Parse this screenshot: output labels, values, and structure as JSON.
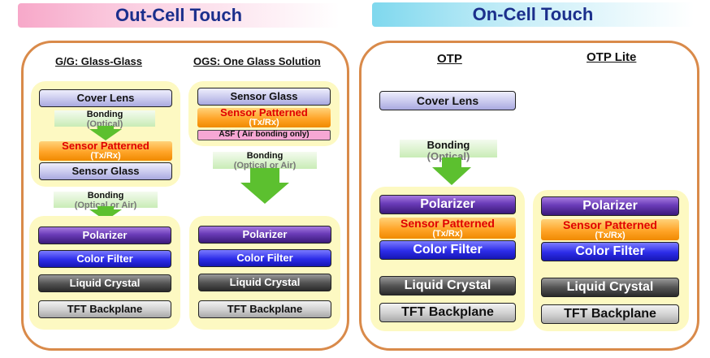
{
  "banners": {
    "out_cell": "Out-Cell Touch",
    "on_cell": "On-Cell Touch"
  },
  "out_cell": {
    "gg": {
      "title": "G/G: Glass-Glass",
      "cover_lens": "Cover Lens",
      "bonding_top": "Bonding",
      "bonding_top_sub": "(Optical)",
      "sensor_patterned": "Sensor Patterned",
      "sensor_patterned_sub": "(Tx/Rx)",
      "sensor_glass": "Sensor Glass",
      "bonding_bottom": "Bonding",
      "bonding_bottom_sub": "(Optical or Air)",
      "polarizer": "Polarizer",
      "color_filter": "Color Filter",
      "liquid_crystal": "Liquid Crystal",
      "tft_backplane": "TFT Backplane"
    },
    "ogs": {
      "title": "OGS: One Glass Solution",
      "sensor_glass": "Sensor Glass",
      "sensor_patterned": "Sensor Patterned",
      "sensor_patterned_sub": "(Tx/Rx)",
      "asf": "ASF ( Air bonding only)",
      "bonding": "Bonding",
      "bonding_sub": "(Optical or Air)",
      "polarizer": "Polarizer",
      "color_filter": "Color Filter",
      "liquid_crystal": "Liquid Crystal",
      "tft_backplane": "TFT Backplane"
    }
  },
  "on_cell": {
    "otp": {
      "title": "OTP",
      "cover_lens": "Cover Lens",
      "bonding": "Bonding",
      "bonding_sub": "(Optical)",
      "polarizer": "Polarizer",
      "sensor_patterned": "Sensor Patterned",
      "sensor_patterned_sub": "(Tx/Rx)",
      "color_filter": "Color Filter",
      "liquid_crystal": "Liquid Crystal",
      "tft_backplane": "TFT Backplane"
    },
    "otp_lite": {
      "title": "OTP Lite",
      "polarizer": "Polarizer",
      "sensor_patterned": "Sensor Patterned",
      "sensor_patterned_sub": "(Tx/Rx)",
      "color_filter": "Color Filter",
      "liquid_crystal": "Liquid Crystal",
      "tft_backplane": "TFT Backplane"
    }
  },
  "colors": {
    "frame_border": "#d98a4a",
    "group_fill": "#fdf9c2",
    "arrow_green": "#5cc02f",
    "title_blue": "#1b2f8c"
  }
}
